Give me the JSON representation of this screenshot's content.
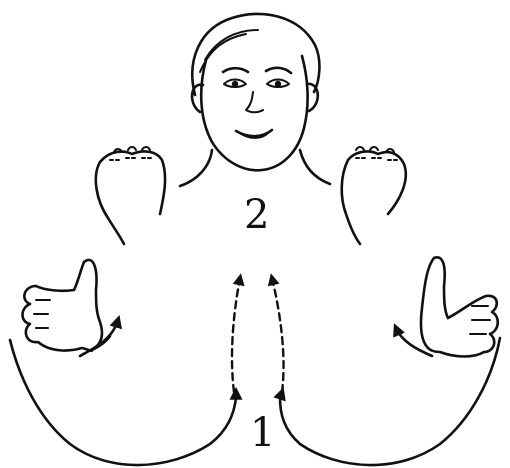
{
  "diagram": {
    "labels": {
      "step_1": "1",
      "step_2": "2"
    },
    "colors": {
      "ink": "#111111",
      "background": "#ffffff"
    },
    "figure": "face-and-hands-sign-illustration"
  }
}
